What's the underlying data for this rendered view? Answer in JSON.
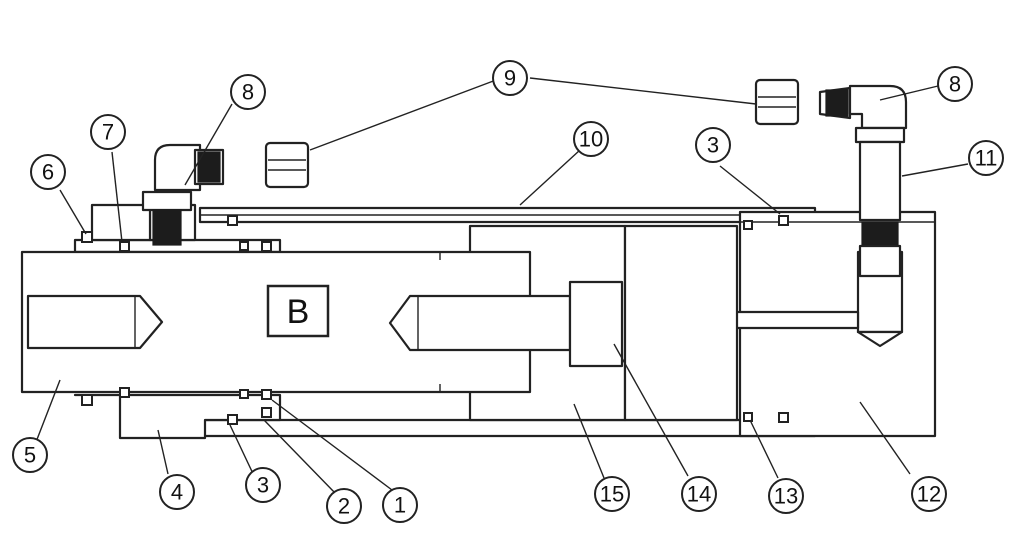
{
  "marker": {
    "label": "B"
  },
  "callouts": [
    {
      "id": "c1",
      "label": "1"
    },
    {
      "id": "c2",
      "label": "2"
    },
    {
      "id": "c3a",
      "label": "3"
    },
    {
      "id": "c3b",
      "label": "3"
    },
    {
      "id": "c4",
      "label": "4"
    },
    {
      "id": "c5",
      "label": "5"
    },
    {
      "id": "c6",
      "label": "6"
    },
    {
      "id": "c7",
      "label": "7"
    },
    {
      "id": "c8a",
      "label": "8"
    },
    {
      "id": "c8b",
      "label": "8"
    },
    {
      "id": "c9",
      "label": "9"
    },
    {
      "id": "c10",
      "label": "10"
    },
    {
      "id": "c11",
      "label": "11"
    },
    {
      "id": "c12",
      "label": "12"
    },
    {
      "id": "c13",
      "label": "13"
    },
    {
      "id": "c14",
      "label": "14"
    },
    {
      "id": "c15",
      "label": "15"
    }
  ]
}
